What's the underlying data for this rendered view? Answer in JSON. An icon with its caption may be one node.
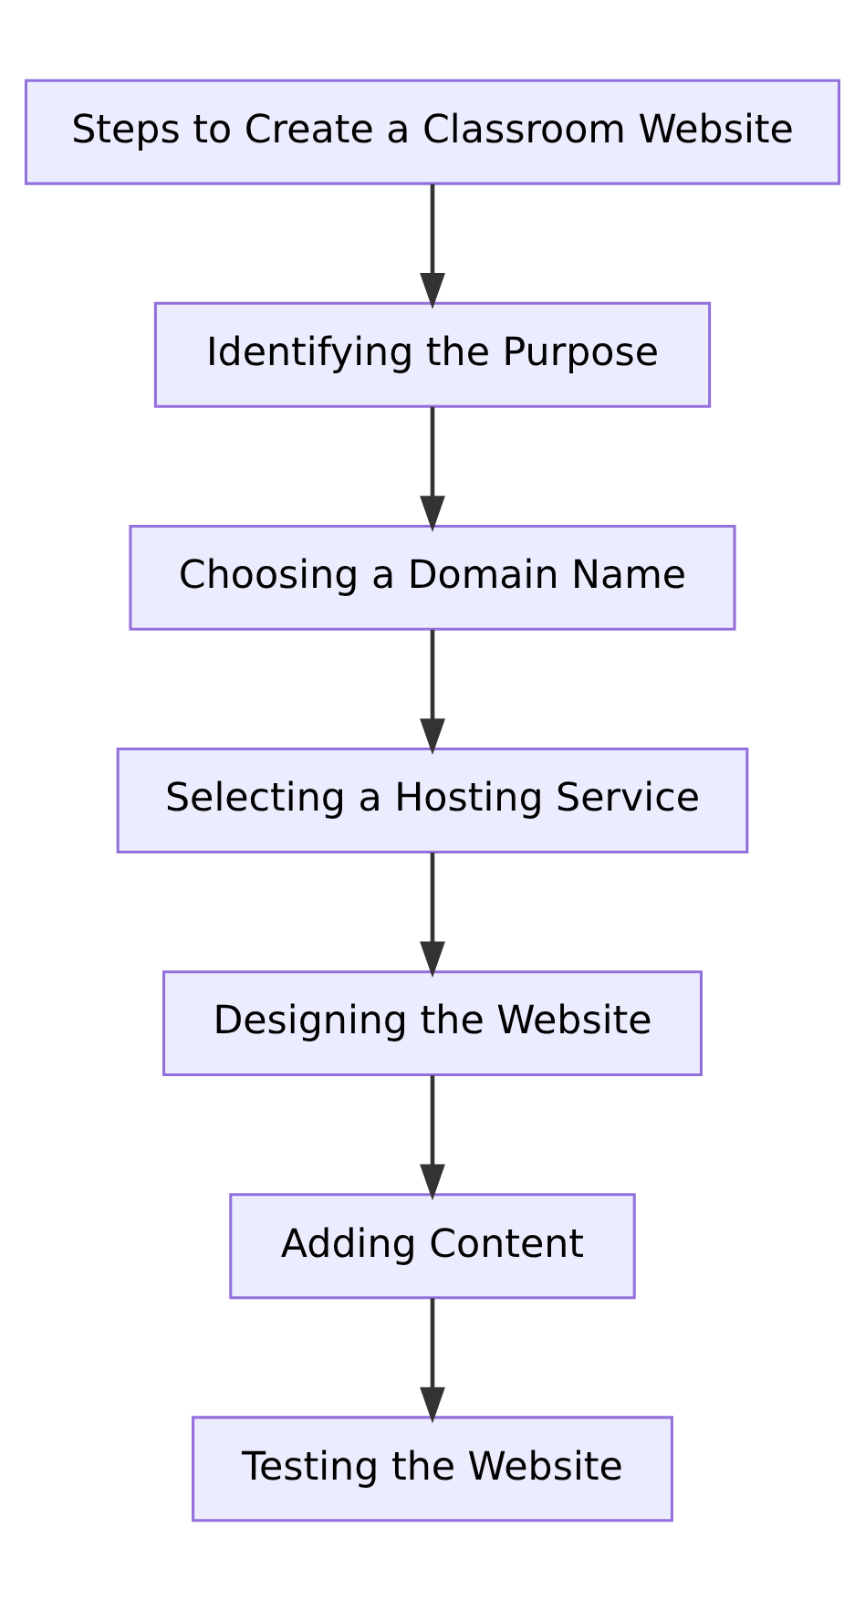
{
  "diagram": {
    "nodes": [
      {
        "text": [
          "Steps to Create a Classroom Website"
        ]
      },
      {
        "text": [
          "Identifying the Purpose"
        ]
      },
      {
        "text": [
          "Choosing a Domain Name"
        ]
      },
      {
        "text": [
          "Selecting a Hosting Service"
        ]
      },
      {
        "text": [
          "Designing the Website"
        ]
      },
      {
        "text": [
          "Adding Content"
        ]
      },
      {
        "text": [
          "Testing the Website"
        ]
      }
    ],
    "edges": [
      {
        "from": 0,
        "to": 1,
        "arrow": "to"
      },
      {
        "from": 1,
        "to": 2,
        "arrow": "to"
      },
      {
        "from": 2,
        "to": 3,
        "arrow": "to"
      },
      {
        "from": 3,
        "to": 4,
        "arrow": "to"
      },
      {
        "from": 4,
        "to": 5,
        "arrow": "to"
      },
      {
        "from": 5,
        "to": 6,
        "arrow": "to"
      }
    ]
  }
}
